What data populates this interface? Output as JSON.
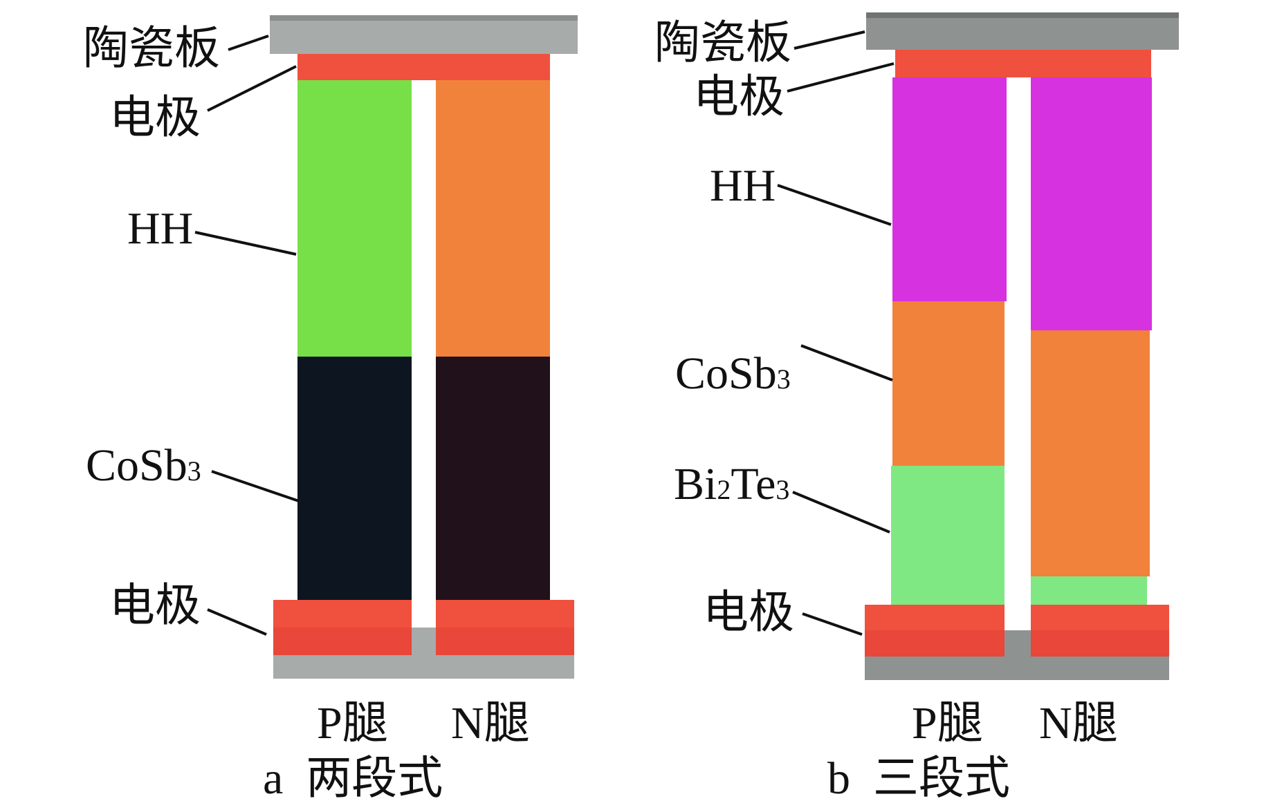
{
  "panel_a": {
    "caption": "a  两段式",
    "labels": {
      "ceramic": "陶瓷板",
      "electrode_top": "电极",
      "hh": "HH",
      "cosb3_base": "CoSb",
      "cosb3_sub": "3",
      "electrode_bottom": "电极",
      "p_leg": "P腿",
      "n_leg": "N腿"
    },
    "colors": {
      "p_hh": "#77e048",
      "n_hh": "#f1823b",
      "p_cosb3": "#0d1620",
      "n_cosb3": "#21111a"
    }
  },
  "panel_b": {
    "caption": "b  三段式",
    "labels": {
      "ceramic": "陶瓷板",
      "electrode_top": "电极",
      "hh": "HH",
      "cosb3_base": "CoSb",
      "cosb3_sub": "3",
      "bi_base": "Bi",
      "bi_sub2": "2",
      "te_base": "Te",
      "te_sub3": "3",
      "electrode_bottom": "电极",
      "p_leg": "P腿",
      "n_leg": "N腿"
    },
    "colors": {
      "hh": "#d632e0",
      "cosb3": "#f1823b",
      "bi2te3": "#7fe883"
    }
  },
  "colors": {
    "ceramic": "#a7abaa",
    "ceramic_dark": "#8a8e8e",
    "electrode": "#f0503e",
    "electrode_dark": "#d63b2d"
  }
}
